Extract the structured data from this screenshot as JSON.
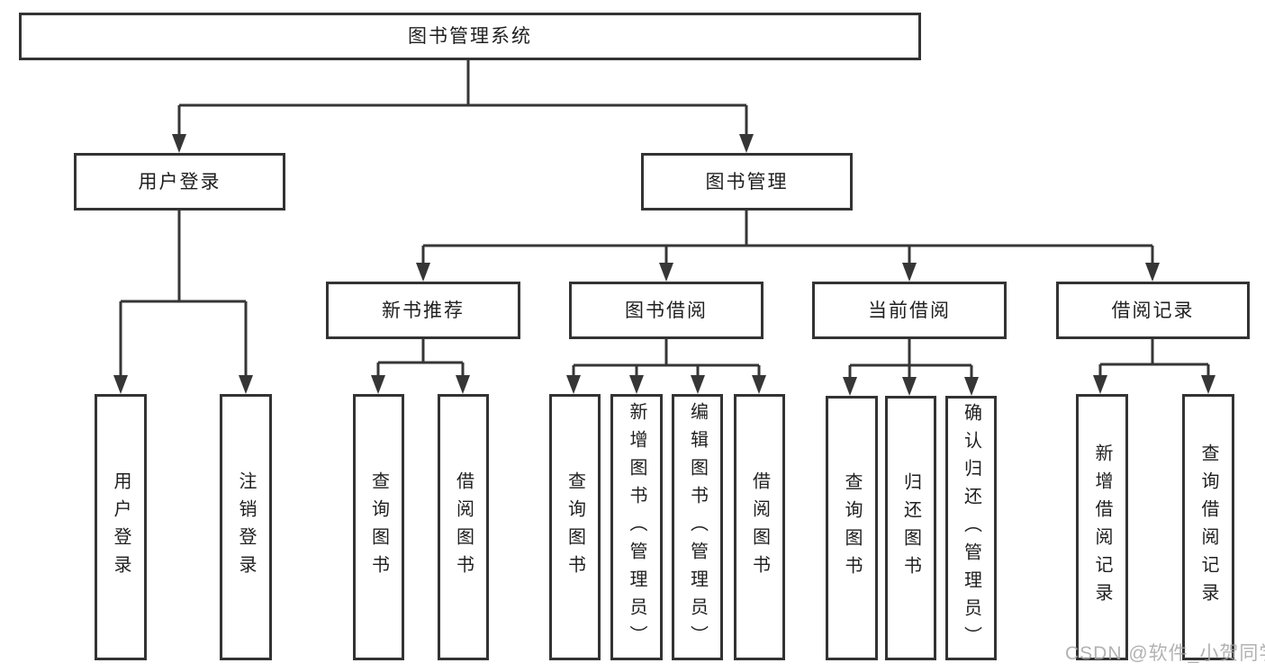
{
  "colors": {
    "line": "#363636",
    "box_border": "#333333",
    "text": "#1f1f1f",
    "watermark": "#a4a4a4"
  },
  "watermark": "CSDN @软件_小贺同学",
  "nodes": {
    "root": "图书管理系统",
    "login": "用户登录",
    "mgmt": "图书管理",
    "new_books": "新书推荐",
    "borrow": "图书借阅",
    "current": "当前借阅",
    "records": "借阅记录",
    "login_user": "用户登录",
    "login_logout": "注销登录",
    "nb_query": "查询图书",
    "nb_borrow": "借阅图书",
    "bw_query": "查询图书",
    "bw_add": "新增图书（管理员）",
    "bw_edit": "编辑图书（管理员）",
    "bw_borrow": "借阅图书",
    "cur_query": "查询图书",
    "cur_return": "归还图书",
    "cur_confirm": "确认归还（管理员）",
    "rec_add": "新增借阅记录",
    "rec_query": "查询借阅记录"
  }
}
